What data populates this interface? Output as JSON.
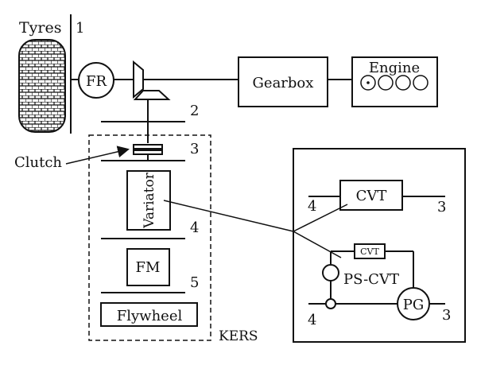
{
  "labels": {
    "tyres": "Tyres",
    "n1": "1",
    "fr": "FR",
    "gearbox": "Gearbox",
    "engine": "Engine",
    "n2": "2",
    "clutch": "Clutch",
    "n3": "3",
    "variator": "Variator",
    "n4": "4",
    "fm": "FM",
    "n5": "5",
    "flywheel": "Flywheel",
    "kers": "KERS",
    "cvt_top": "CVT",
    "inset_4_top": "4",
    "inset_3_top": "3",
    "cvt_small": "CVT",
    "ps_cvt": "PS-CVT",
    "pg": "PG",
    "inset_4_bottom": "4",
    "inset_3_bottom": "3"
  }
}
